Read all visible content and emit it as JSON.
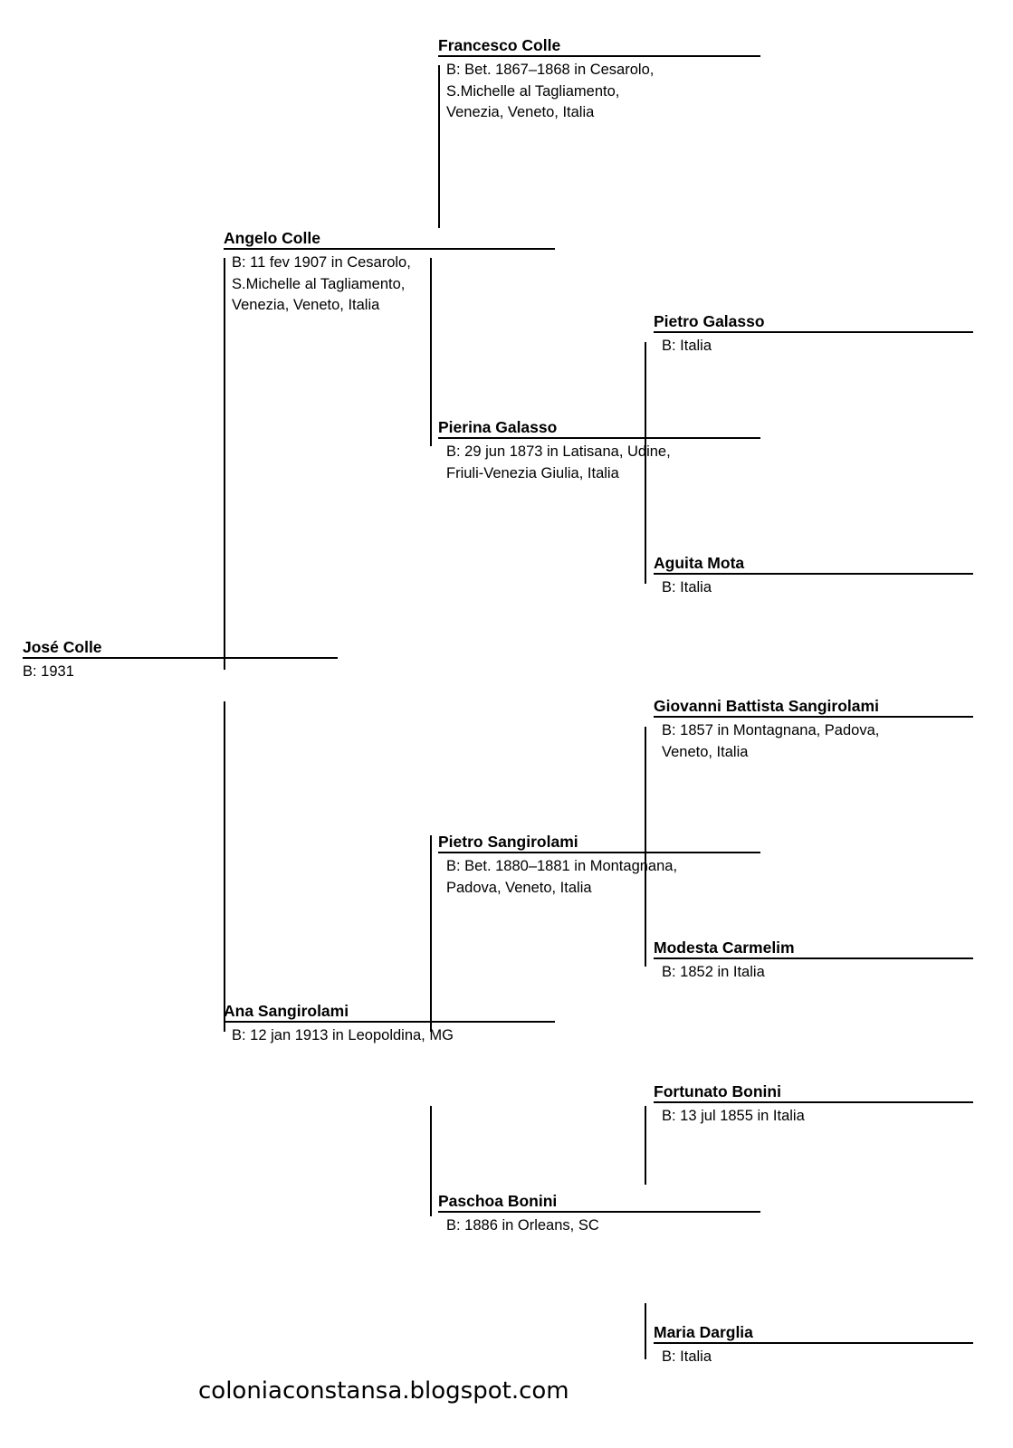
{
  "document": {
    "type": "ancestor-pedigree-chart",
    "footer_url": "coloniaconstansa.blogspot.com"
  },
  "persons": {
    "jose_colle": {
      "name": "José Colle",
      "detail": "B: 1931"
    },
    "angelo_colle": {
      "name": "Angelo Colle",
      "detail": "B: 11 fev 1907 in Cesarolo,\nS.Michelle al Tagliamento,\nVenezia, Veneto, Italia"
    },
    "francesco_colle": {
      "name": "Francesco Colle",
      "detail": "B: Bet. 1867–1868 in Cesarolo,\nS.Michelle al Tagliamento,\nVenezia, Veneto, Italia"
    },
    "pierina_galasso": {
      "name": "Pierina Galasso",
      "detail": "B: 29 jun 1873 in Latisana, Udine,\nFriuli-Venezia Giulia, Italia"
    },
    "pietro_galasso": {
      "name": "Pietro Galasso",
      "detail": "B: Italia"
    },
    "aguita_mota": {
      "name": "Aguita Mota",
      "detail": "B: Italia"
    },
    "ana_sangirolami": {
      "name": "Ana Sangirolami",
      "detail": "B: 12 jan 1913 in Leopoldina, MG"
    },
    "pietro_sangirolami": {
      "name": "Pietro Sangirolami",
      "detail": "B: Bet. 1880–1881 in Montagnana,\nPadova, Veneto, Italia"
    },
    "giovanni_battista_sangirolami": {
      "name": "Giovanni Battista Sangirolami",
      "detail": "B: 1857 in Montagnana, Padova,\nVeneto, Italia"
    },
    "modesta_carmelim": {
      "name": "Modesta Carmelim",
      "detail": "B: 1852 in Italia"
    },
    "paschoa_bonini": {
      "name": "Paschoa Bonini",
      "detail": "B: 1886 in Orleans, SC"
    },
    "fortunato_bonini": {
      "name": "Fortunato Bonini",
      "detail": "B: 13 jul 1855 in Italia"
    },
    "maria_darglia": {
      "name": "Maria Darglia",
      "detail": "B: Italia"
    }
  }
}
